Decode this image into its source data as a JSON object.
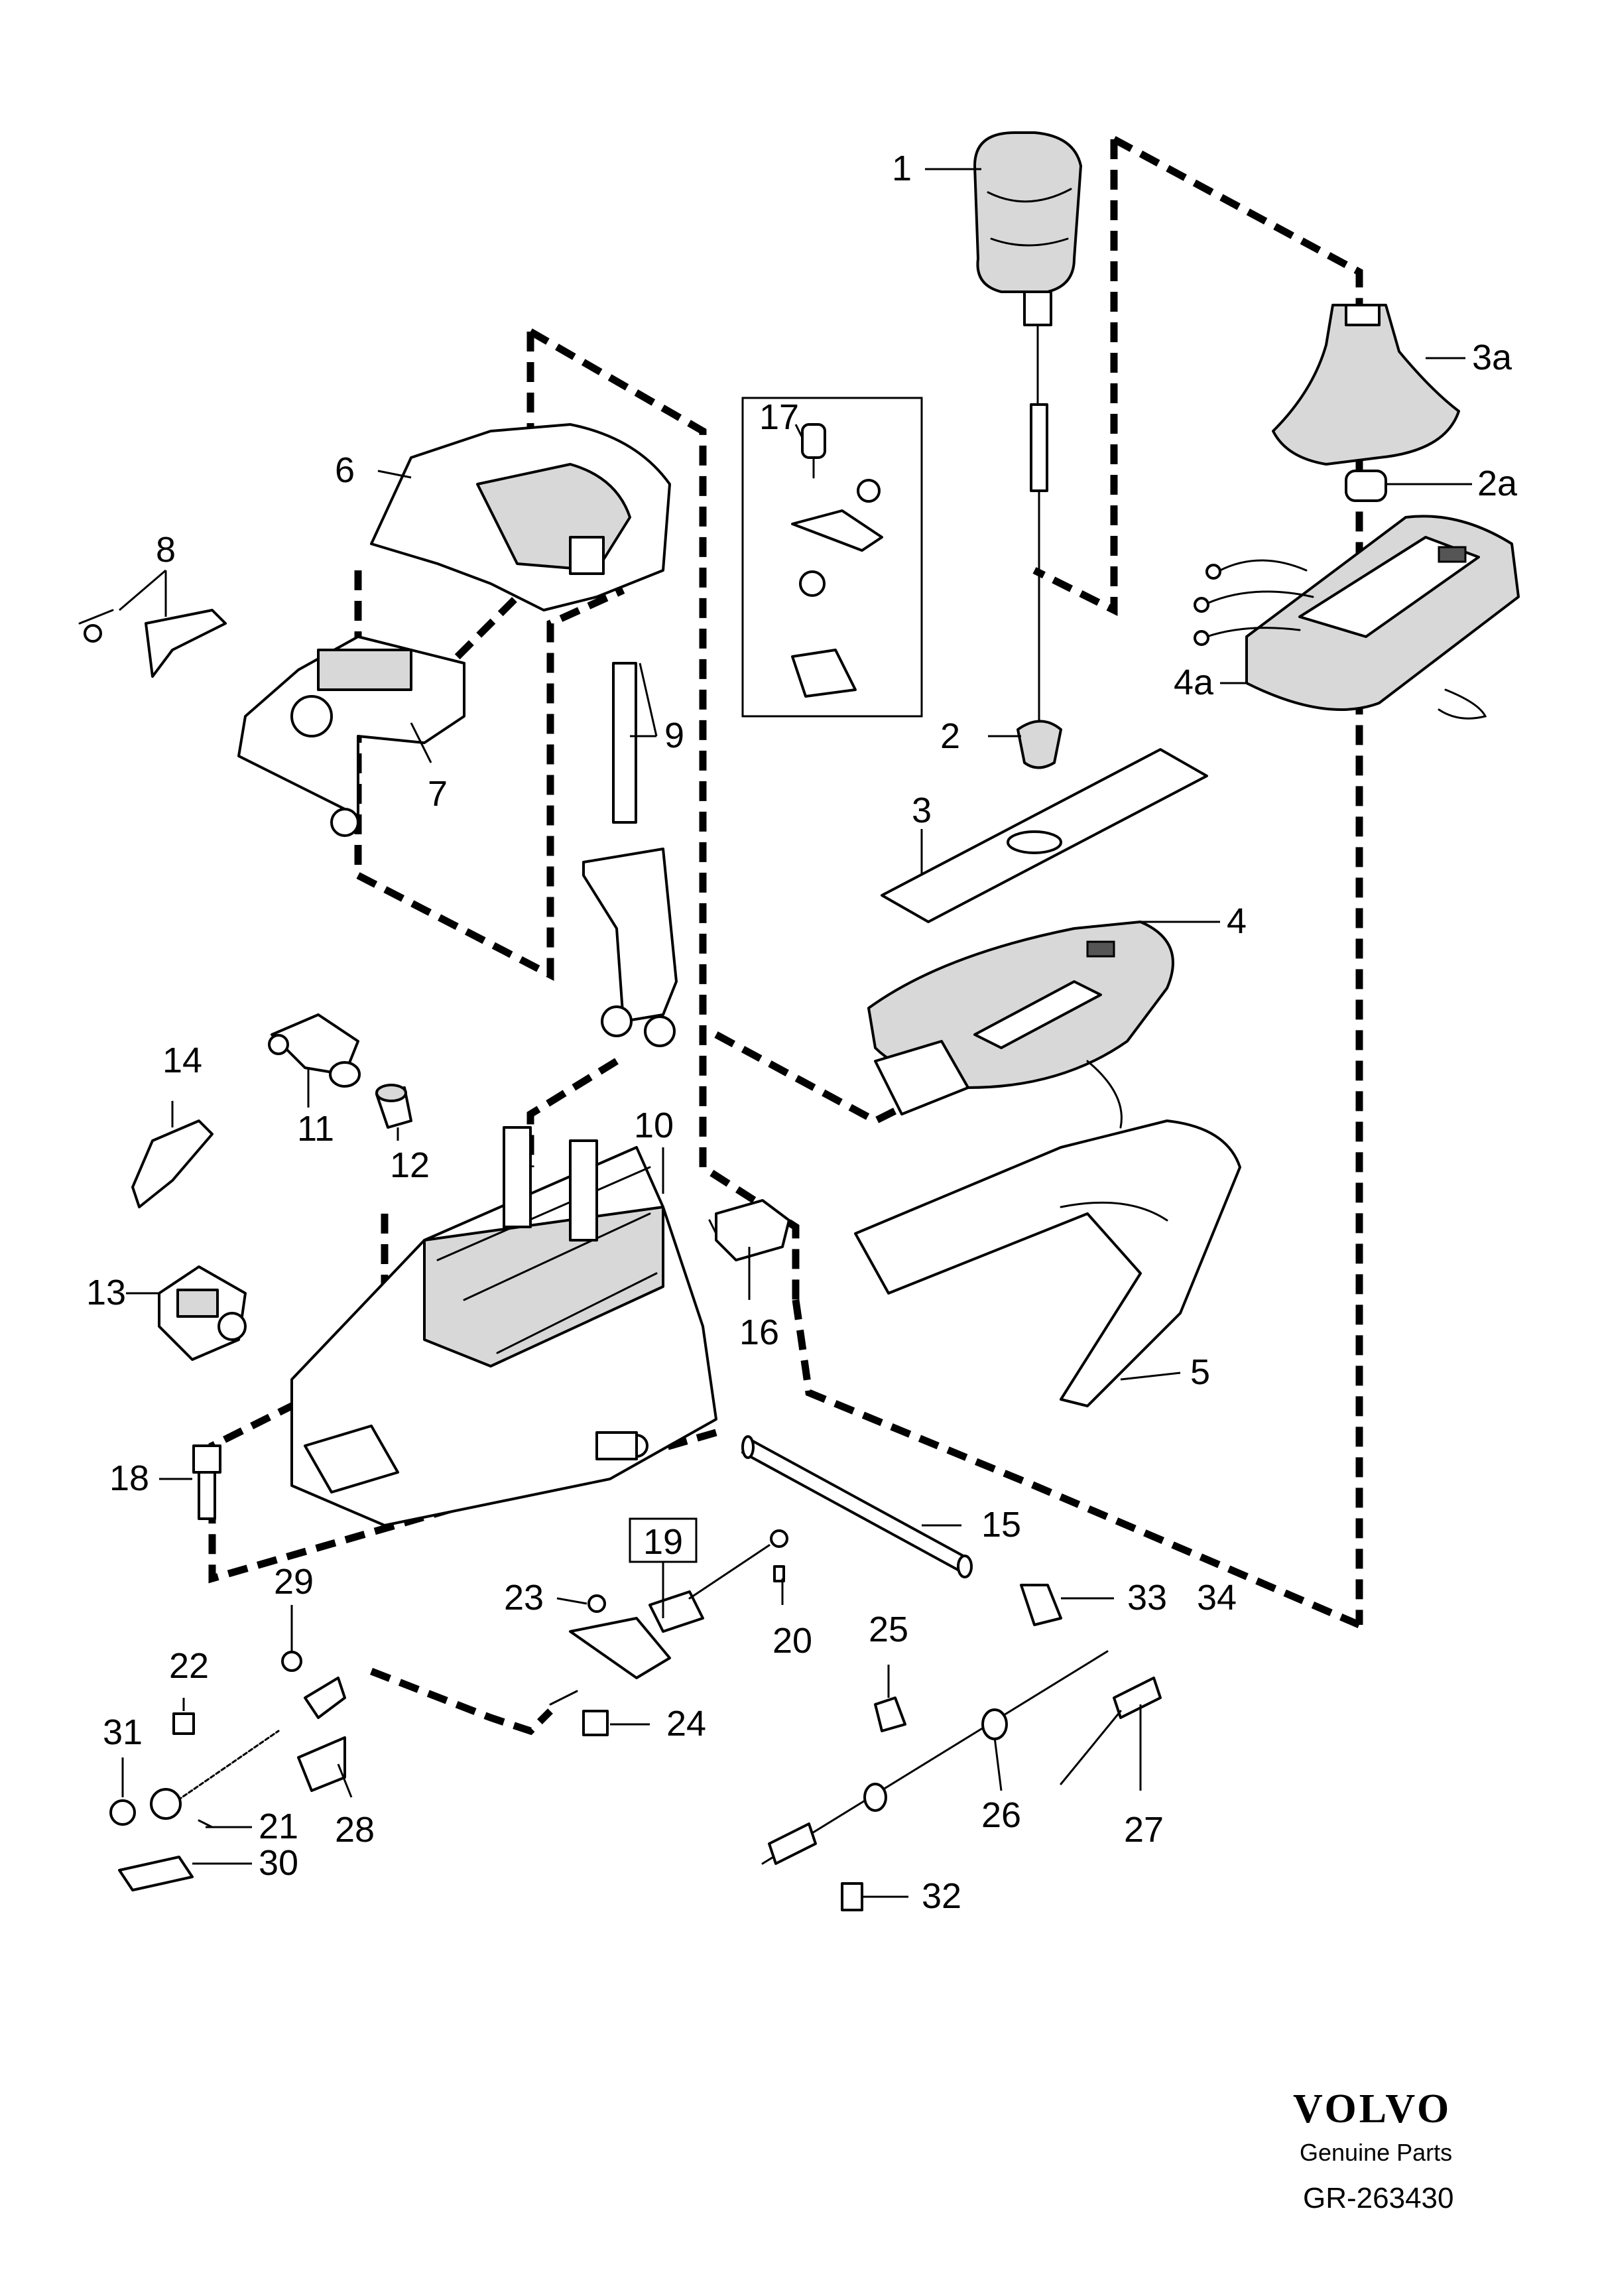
{
  "callouts": [
    {
      "id": "1",
      "text": "1"
    },
    {
      "id": "2",
      "text": "2"
    },
    {
      "id": "2a",
      "text": "2a"
    },
    {
      "id": "3",
      "text": "3"
    },
    {
      "id": "3a",
      "text": "3a"
    },
    {
      "id": "4",
      "text": "4"
    },
    {
      "id": "4a",
      "text": "4a"
    },
    {
      "id": "5",
      "text": "5"
    },
    {
      "id": "6",
      "text": "6"
    },
    {
      "id": "7",
      "text": "7"
    },
    {
      "id": "8",
      "text": "8"
    },
    {
      "id": "9",
      "text": "9"
    },
    {
      "id": "10",
      "text": "10"
    },
    {
      "id": "11",
      "text": "11"
    },
    {
      "id": "12",
      "text": "12"
    },
    {
      "id": "13",
      "text": "13"
    },
    {
      "id": "14",
      "text": "14"
    },
    {
      "id": "15",
      "text": "15"
    },
    {
      "id": "16",
      "text": "16"
    },
    {
      "id": "17",
      "text": "17"
    },
    {
      "id": "18",
      "text": "18"
    },
    {
      "id": "19",
      "text": "19"
    },
    {
      "id": "20",
      "text": "20"
    },
    {
      "id": "21",
      "text": "21"
    },
    {
      "id": "22",
      "text": "22"
    },
    {
      "id": "23",
      "text": "23"
    },
    {
      "id": "24",
      "text": "24"
    },
    {
      "id": "25",
      "text": "25"
    },
    {
      "id": "26",
      "text": "26"
    },
    {
      "id": "27",
      "text": "27"
    },
    {
      "id": "28",
      "text": "28"
    },
    {
      "id": "29",
      "text": "29"
    },
    {
      "id": "30",
      "text": "30"
    },
    {
      "id": "31",
      "text": "31"
    },
    {
      "id": "32",
      "text": "32"
    },
    {
      "id": "33",
      "text": "33"
    },
    {
      "id": "34",
      "text": "34"
    }
  ],
  "footer": {
    "brand": "VOLVO",
    "tagline": "Genuine Parts",
    "ref": "GR-263430"
  }
}
